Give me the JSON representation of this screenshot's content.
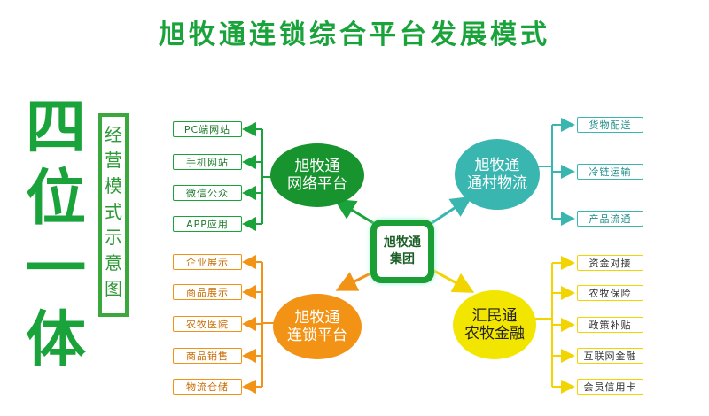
{
  "title": "旭牧通连锁综合平台发展模式",
  "big_label": [
    "四",
    "位",
    "一",
    "体"
  ],
  "side_label": [
    "经",
    "营",
    "模",
    "式",
    "示",
    "意",
    "图"
  ],
  "center": [
    "旭牧通",
    "集团"
  ],
  "hubs": {
    "network": [
      "旭牧通",
      "网络平台"
    ],
    "logistics": [
      "旭牧通",
      "通村物流"
    ],
    "chain": [
      "旭牧通",
      "连锁平台"
    ],
    "finance": [
      "汇民通",
      "农牧金融"
    ]
  },
  "network_items": [
    "PC端网站",
    "手机网站",
    "微信公众",
    "APP应用"
  ],
  "logistics_items": [
    "货物配送",
    "冷链运输",
    "产品流通"
  ],
  "chain_items": [
    "企业展示",
    "商品展示",
    "农牧医院",
    "商品销售",
    "物流仓储"
  ],
  "finance_items": [
    "资金对接",
    "农牧保险",
    "政策补贴",
    "互联网金融",
    "会员信用卡"
  ],
  "colors": {
    "green": "#1aa33a",
    "teal": "#3ab6b0",
    "orange": "#f29315",
    "yellow": "#f2d400"
  }
}
